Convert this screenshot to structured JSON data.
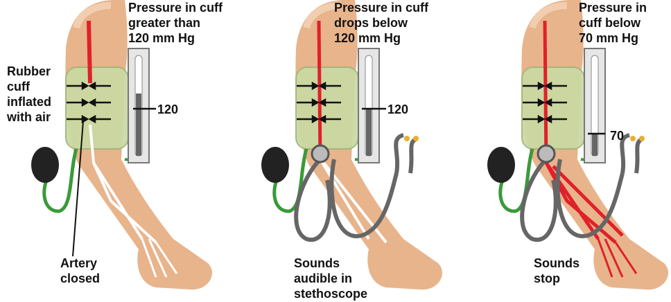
{
  "colors": {
    "skin": "#e8b48c",
    "cuff": "#c9d9a3",
    "artery": "#e0202a",
    "gauge": "#e6e6e6",
    "tube": "#3a9a3a",
    "scope": "#666666"
  },
  "panels": [
    {
      "heading": "Pressure in cuff\ngreater than\n120 mm Hg",
      "gauge_value": "120",
      "gauge_fill_fraction": 0.62,
      "side_label": "Rubber\ncuff\ninflated\nwith air",
      "bottom_label": "Artery\nclosed"
    },
    {
      "heading": "Pressure in cuff\ndrops below\n120 mm Hg",
      "gauge_value": "120",
      "gauge_fill_fraction": 0.58,
      "bottom_label": "Sounds\naudible in\nstethoscope"
    },
    {
      "heading": "Pressure in\ncuff below\n70 mm Hg",
      "gauge_value": "70",
      "gauge_fill_fraction": 0.22,
      "bottom_label": "Sounds\nstop"
    }
  ]
}
